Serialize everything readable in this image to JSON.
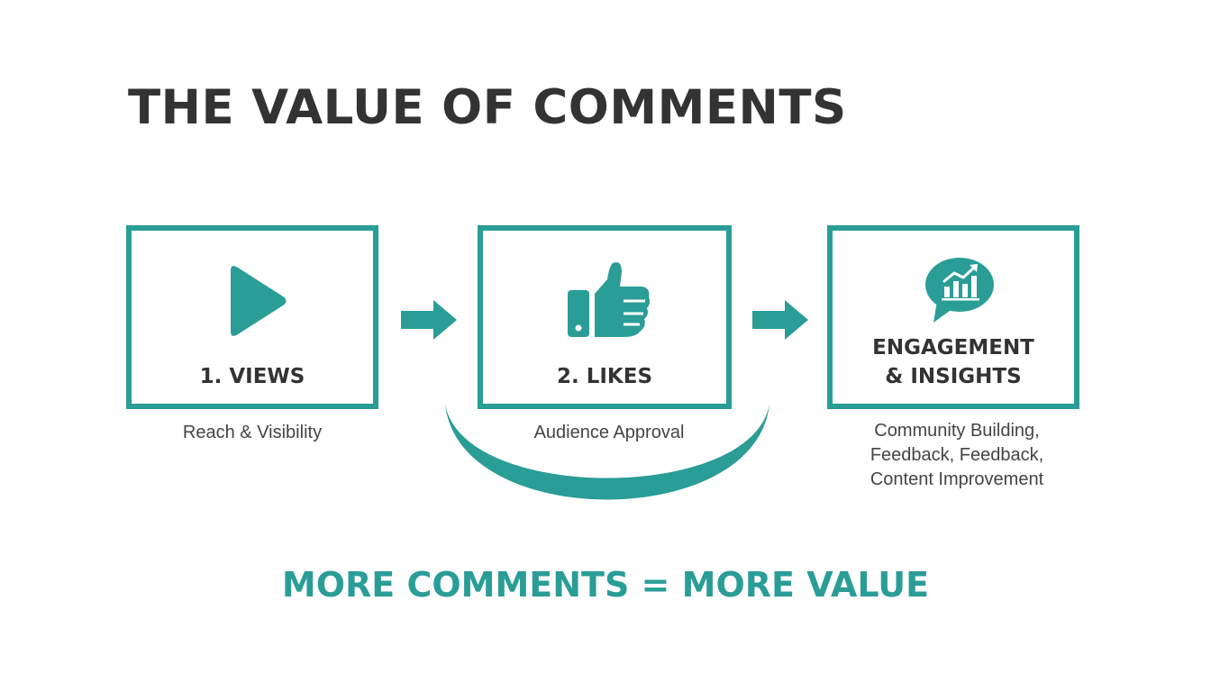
{
  "title": "THE VALUE OF COMMENTS",
  "accent_color": "#2a9d97",
  "text_color": "#333333",
  "stages": [
    {
      "icon": "play-icon",
      "label": "1. VIEWS",
      "caption": "Reach & Visibility"
    },
    {
      "icon": "thumbs-up-icon",
      "label": "2. LIKES",
      "caption": "Audience Approval"
    },
    {
      "icon": "chat-chart-icon",
      "label_lines": [
        "ENGAGEMENT",
        "& INSIGHTS"
      ],
      "caption_lines": [
        "Community Building,",
        "Feedback, Feedback,",
        "Content Improvement"
      ]
    }
  ],
  "tagline": "MORE COMMENTS = MORE VALUE"
}
